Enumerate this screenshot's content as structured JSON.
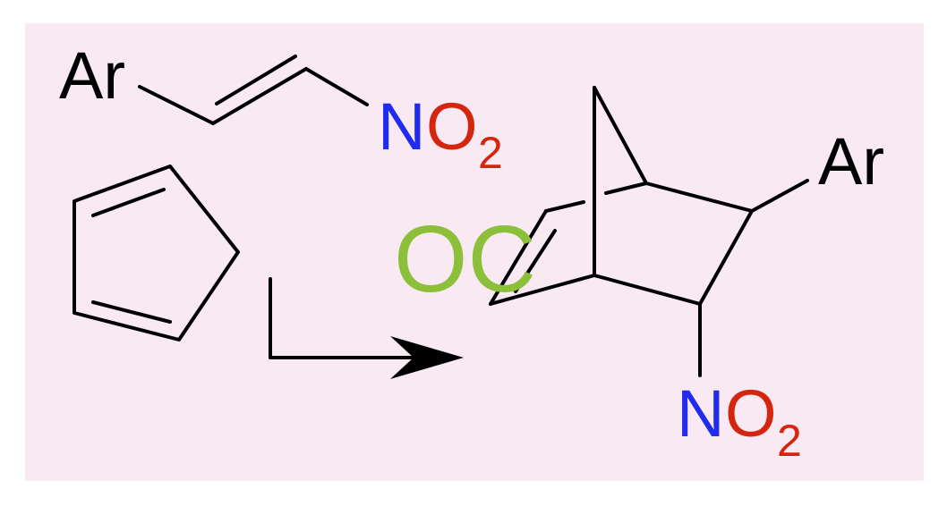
{
  "colors": {
    "background": "#f9e9f3",
    "bond": "#000000",
    "label_black": "#000000",
    "nitrogen": "#1f2cf0",
    "oxygen": "#d4260f",
    "watermark": "#8dc03a"
  },
  "reactant_nitroalkene": {
    "aryl_label": "Ar",
    "nitro_n": "N",
    "nitro_o": "O",
    "nitro_subscript": "2"
  },
  "product": {
    "aryl_label": "Ar",
    "nitro_n": "N",
    "nitro_o": "O",
    "nitro_subscript": "2"
  },
  "watermark_text": "OC"
}
